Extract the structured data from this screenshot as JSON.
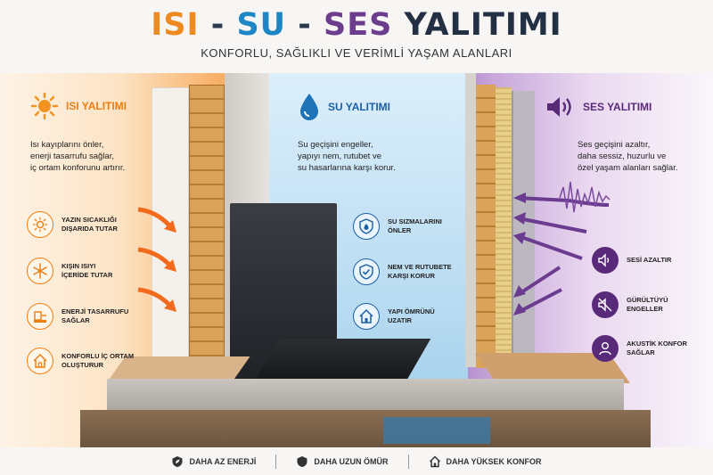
{
  "header": {
    "title_isi": "ISI",
    "title_sep1": "-",
    "title_su": "SU",
    "title_sep2": "-",
    "title_ses": "SES",
    "title_yal": "YALITIMI",
    "subtitle": "KONFORLU, SAĞLIKLI VE VERİMLİ YAŞAM ALANLARI"
  },
  "isi": {
    "title": "ISI YALITIMI",
    "icon": "sun-icon",
    "description": [
      "Isı kayıplarını önler,",
      "enerji tasarrufu sağlar,",
      "iç ortam konforunu artırır."
    ],
    "features": [
      {
        "icon": "thermometer-sun-icon",
        "line1": "YAZIN SICAKLIĞI",
        "line2": "DIŞARIDA TUTAR"
      },
      {
        "icon": "snowflake-icon",
        "line1": "KIŞIN ISIYI",
        "line2": "İÇERİDE TUTAR"
      },
      {
        "icon": "energy-saving-icon",
        "line1": "ENERJİ TASARRUFU",
        "line2": "SAĞLAR"
      },
      {
        "icon": "home-icon",
        "line1": "KONFORLU İÇ ORTAM",
        "line2": "OLUŞTURUR"
      }
    ]
  },
  "su": {
    "title": "SU YALITIMI",
    "icon": "water-drop-icon",
    "description": [
      "Su geçişini engeller,",
      "yapıyı nem, rutubet ve",
      "su hasarlarına karşı korur."
    ],
    "features": [
      {
        "icon": "shield-drop-icon",
        "line1": "SU SIZMALARINI",
        "line2": "ÖNLER"
      },
      {
        "icon": "shield-check-icon",
        "line1": "NEM VE RUTUBETE",
        "line2": "KARŞI KORUR"
      },
      {
        "icon": "house-icon",
        "line1": "YAPI ÖMRÜNÜ",
        "line2": "UZATIR"
      }
    ]
  },
  "ses": {
    "title": "SES YALITIMI",
    "icon": "speaker-icon",
    "description": [
      "Ses geçişini azaltır,",
      "daha sessiz, huzurlu ve",
      "özel yaşam alanları sağlar."
    ],
    "features": [
      {
        "icon": "volume-down-icon",
        "line1": "SESİ AZALTIR",
        "line2": ""
      },
      {
        "icon": "mute-icon",
        "line1": "GÜRÜLTÜYÜ",
        "line2": "ENGELLER"
      },
      {
        "icon": "user-icon",
        "line1": "AKUSTİK KONFOR",
        "line2": "SAĞLAR"
      }
    ]
  },
  "bottom": [
    {
      "icon": "leaf-shield-icon",
      "label": "DAHA AZ ENERJİ"
    },
    {
      "icon": "shield-icon",
      "label": "DAHA UZUN ÖMÜR"
    },
    {
      "icon": "home-icon",
      "label": "DAHA YÜKSEK KONFOR"
    }
  ],
  "colors": {
    "isi": "#ee7d12",
    "su": "#1b5fa6",
    "ses": "#5a2a7a"
  }
}
